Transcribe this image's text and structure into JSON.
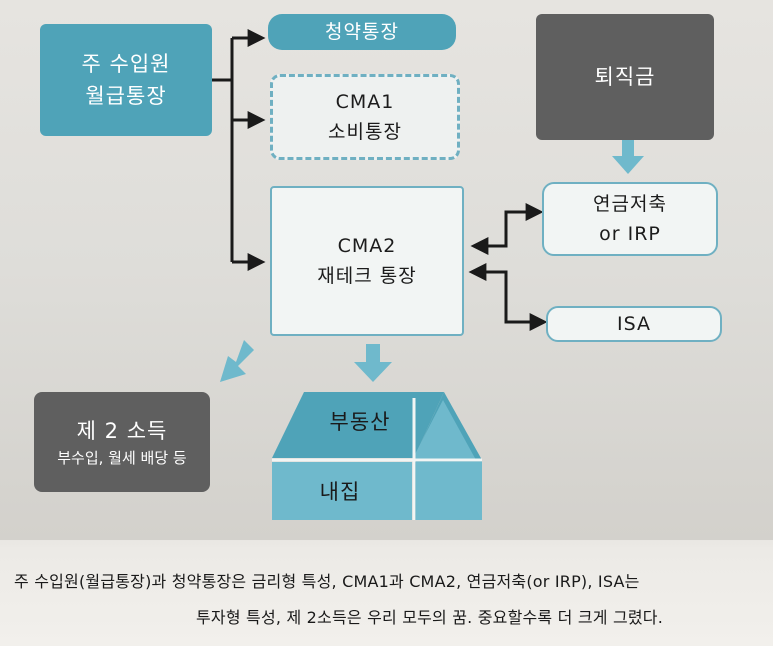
{
  "nodes": {
    "main_account": [
      "주 수입원",
      "월급통장"
    ],
    "subscription": "청약통장",
    "cma1": [
      "CMA1",
      "소비통장"
    ],
    "cma2": [
      "CMA2",
      "재테크 통장"
    ],
    "severance": "퇴직금",
    "pension": [
      "연금저축",
      "or IRP"
    ],
    "isa": "ISA",
    "second_income": "제 2 소득",
    "second_income_sub": "부수입, 월세 배당 등",
    "real_estate": "부동산",
    "my_home": "내집"
  },
  "colors": {
    "teal": "#4fa3b8",
    "dark_gray": "#5f5f5f",
    "outline": "#6fb0c2",
    "arrow": "#1a1a1a"
  },
  "caption": {
    "line1": "주 수입원(월급통장)과 청약통장은 금리형 특성, CMA1과 CMA2, 연금저축(or IRP), ISA는",
    "line2": "투자형 특성, 제 2소득은 우리 모두의 꿈. 중요할수록 더 크게 그렸다."
  }
}
